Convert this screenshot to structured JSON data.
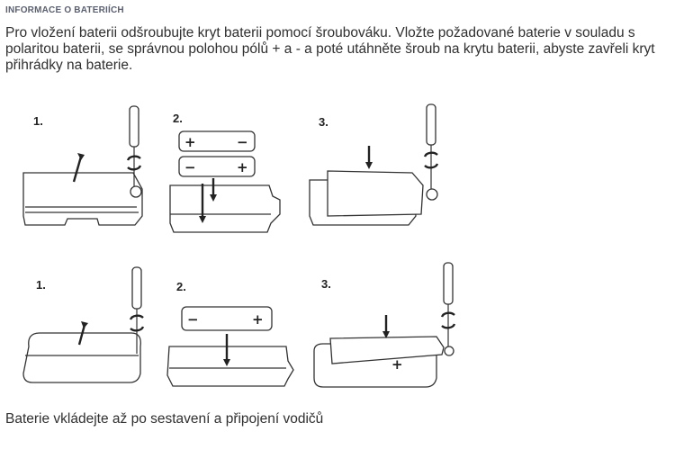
{
  "heading": "INFORMACE O BATERIÍCH",
  "intro": "Pro vložení baterii odšroubujte kryt baterii pomocí šroubováku. Vložte požadované baterie v souladu s polaritou baterii, se správnou polohou pólů + a - a poté utáhněte šroub na krytu baterii, abyste zavřeli kryt přihrádky na baterie.",
  "figures": {
    "row1": [
      {
        "step": "1.",
        "description": "remove cover with screwdriver"
      },
      {
        "step": "2.",
        "description": "insert two batteries",
        "batteries": [
          {
            "left": "+",
            "right": "−"
          },
          {
            "left": "−",
            "right": "+"
          }
        ]
      },
      {
        "step": "3.",
        "description": "replace cover and tighten screw"
      }
    ],
    "row2": [
      {
        "step": "1.",
        "description": "remove cover with screwdriver"
      },
      {
        "step": "2.",
        "description": "insert one battery",
        "batteries": [
          {
            "left": "−",
            "right": "+"
          }
        ]
      },
      {
        "step": "3.",
        "description": "replace cover and tighten screw",
        "marker": "+"
      }
    ]
  },
  "footer": "Baterie vkládejte až po sestavení a připojení vodičů"
}
